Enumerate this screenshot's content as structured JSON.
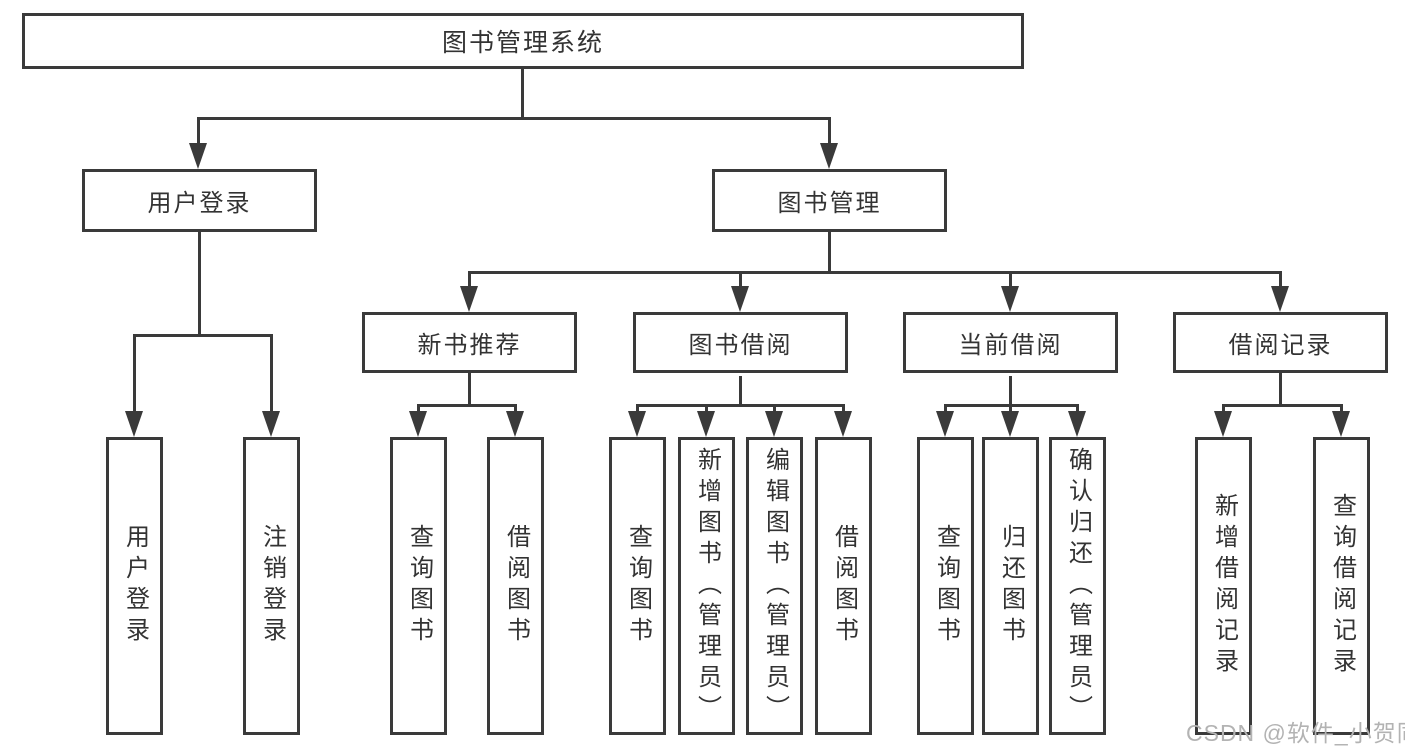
{
  "tree": {
    "root": {
      "label": "图书管理系统"
    },
    "branches": [
      {
        "label": "用户登录",
        "children": [
          {
            "label": "用户登录"
          },
          {
            "label": "注销登录"
          }
        ]
      },
      {
        "label": "图书管理",
        "groups": [
          {
            "label": "新书推荐",
            "children": [
              {
                "label": "查询图书"
              },
              {
                "label": "借阅图书"
              }
            ]
          },
          {
            "label": "图书借阅",
            "children": [
              {
                "label": "查询图书"
              },
              {
                "label": "新增图书（管理员）"
              },
              {
                "label": "编辑图书（管理员）"
              },
              {
                "label": "借阅图书"
              }
            ]
          },
          {
            "label": "当前借阅",
            "children": [
              {
                "label": "查询图书"
              },
              {
                "label": "归还图书"
              },
              {
                "label": "确认归还（管理员）"
              }
            ]
          },
          {
            "label": "借阅记录",
            "children": [
              {
                "label": "新增借阅记录"
              },
              {
                "label": "查询借阅记录"
              }
            ]
          }
        ]
      }
    ]
  },
  "watermark": "CSDN @软件_小贺同学",
  "colors": {
    "line": "#3a3a3a",
    "text": "#333333",
    "watermark": "#b3b3b3",
    "background": "#ffffff"
  }
}
